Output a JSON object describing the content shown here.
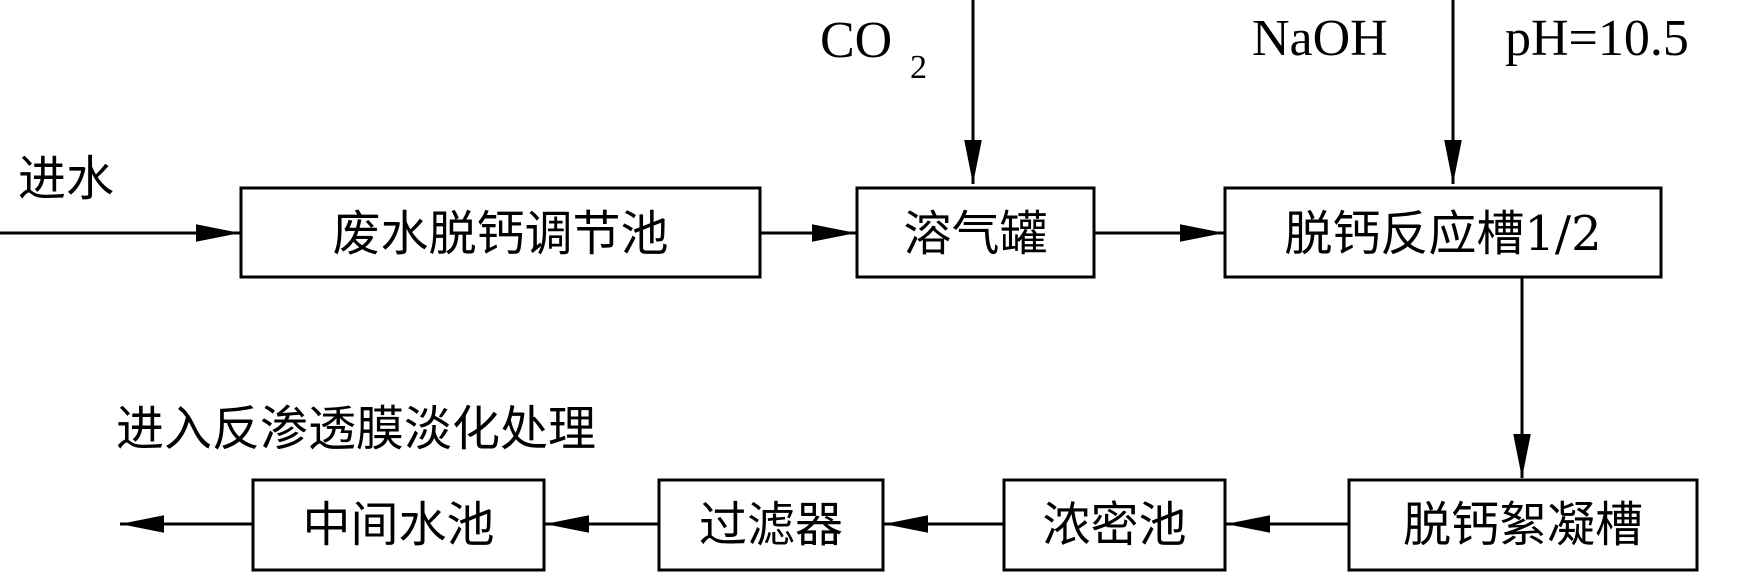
{
  "labels": {
    "inlet": "进水",
    "outlet": "进入反渗透膜淡化处理",
    "co2_main": "CO",
    "co2_sub": "2",
    "naoh": "NaOH",
    "ph": "pH=10.5"
  },
  "boxes": {
    "adjust_tank": "废水脱钙调节池",
    "dissolved_air_tank": "溶气罐",
    "reaction_tank": "脱钙反应槽1/2",
    "flocculation_tank": "脱钙絮凝槽",
    "thickener": "浓密池",
    "filter": "过滤器",
    "intermediate_pool": "中间水池"
  }
}
